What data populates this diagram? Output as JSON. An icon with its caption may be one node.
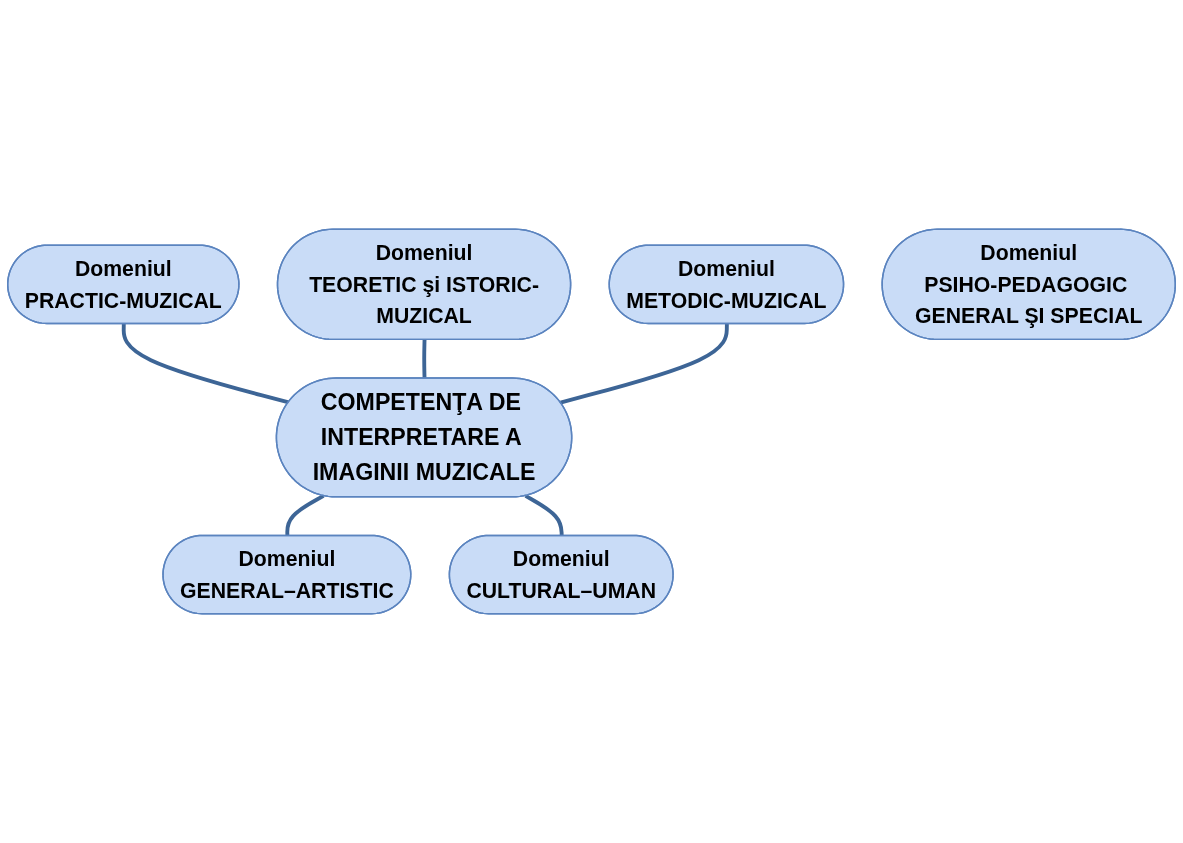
{
  "diagram": {
    "nodes": [
      {
        "text": [
          "Domeniul",
          "TEORETIC şi ISTORIC-MUZICAL"
        ]
      },
      {
        "text": [
          "Domeniul",
          "PRACTIC-MUZICAL"
        ]
      },
      {
        "text": [
          "Domeniul",
          "METODIC-MUZICAL"
        ]
      },
      {
        "text": [
          "COMPETENŢA DE INTERPRETARE A IMAGINII MUZICALE"
        ]
      },
      {
        "text": [
          "Domeniul",
          "PSIHO-PEDAGOGIC GENERAL ŞI SPECIAL"
        ]
      },
      {
        "text": [
          "Domeniul",
          "GENERAL–ARTISTIC"
        ]
      },
      {
        "text": [
          "Domeniul",
          "CULTURAL–UMAN"
        ]
      }
    ],
    "edges": [
      {
        "from": 1,
        "to": 3,
        "arrow": "none"
      },
      {
        "from": 0,
        "to": 3,
        "arrow": "none"
      },
      {
        "from": 2,
        "to": 3,
        "arrow": "none"
      },
      {
        "from": 3,
        "to": 5,
        "arrow": "none"
      },
      {
        "from": 3,
        "to": 6,
        "arrow": "none"
      }
    ]
  }
}
